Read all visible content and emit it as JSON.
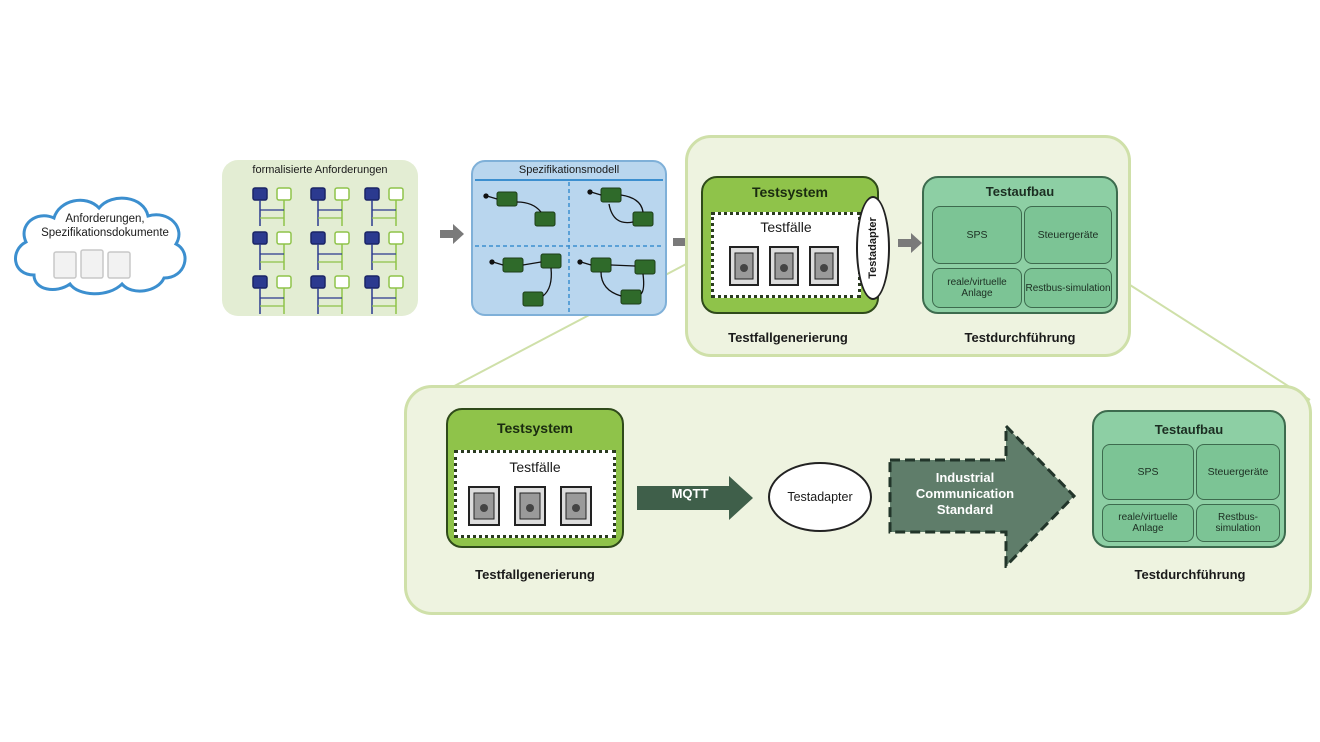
{
  "cloud": {
    "text_line1": "Anforderungen,",
    "text_line2": "Spezifikationsdokumente"
  },
  "requirements": {
    "title": "formalisierte Anforderungen"
  },
  "spec_model": {
    "title": "Spezifikationsmodell"
  },
  "top": {
    "testsystem": {
      "title": "Testsystem",
      "testfaelle": "Testfälle",
      "adapter": "Testadapter"
    },
    "testaufbau": {
      "title": "Testaufbau",
      "cells": [
        "SPS",
        "Steuergeräte",
        "reale/virtuelle Anlage",
        "Restbus-simulation"
      ]
    },
    "caption_left": "Testfallgenerierung",
    "caption_right": "Testdurchführung"
  },
  "bottom": {
    "testsystem": {
      "title": "Testsystem",
      "testfaelle": "Testfälle"
    },
    "mqtt": "MQTT",
    "adapter": "Testadapter",
    "ics": {
      "line1": "Industrial",
      "line2": "Communication",
      "line3": "Standard"
    },
    "testaufbau": {
      "title": "Testaufbau",
      "cells": [
        "SPS",
        "Steuergeräte",
        "reale/virtuelle Anlage",
        "Restbus-simulation"
      ]
    },
    "caption_left": "Testfallgenerierung",
    "caption_right": "Testdurchführung"
  },
  "colors": {
    "green_system": "#8fc34a",
    "green_aufbau": "#8dcfa4",
    "blue_spec": "#b9d6ee",
    "dark_arrow": "#3f5f4a",
    "container": "#eef3e0"
  }
}
